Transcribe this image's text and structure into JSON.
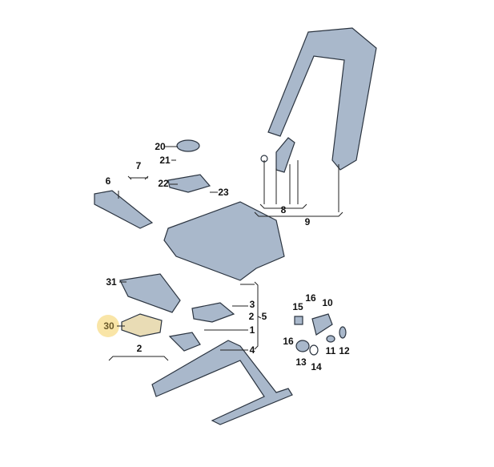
{
  "diagram": {
    "title": "Seat frame parts diagram",
    "highlight_color": "#f7dc8a",
    "part_color": "#9fb0c4",
    "labels": {
      "p1": "1",
      "p2a": "2",
      "p2b": "2",
      "p3": "3",
      "p4": "4",
      "p5": "5",
      "p6": "6",
      "p7": "7",
      "p8": "8",
      "p9": "9",
      "p10": "10",
      "p11": "11",
      "p12": "12",
      "p13": "13",
      "p14": "14",
      "p15": "15",
      "p16a": "16",
      "p16b": "16",
      "p20": "20",
      "p21": "21",
      "p22": "22",
      "p23": "23",
      "p30": "30",
      "p31": "31"
    }
  }
}
